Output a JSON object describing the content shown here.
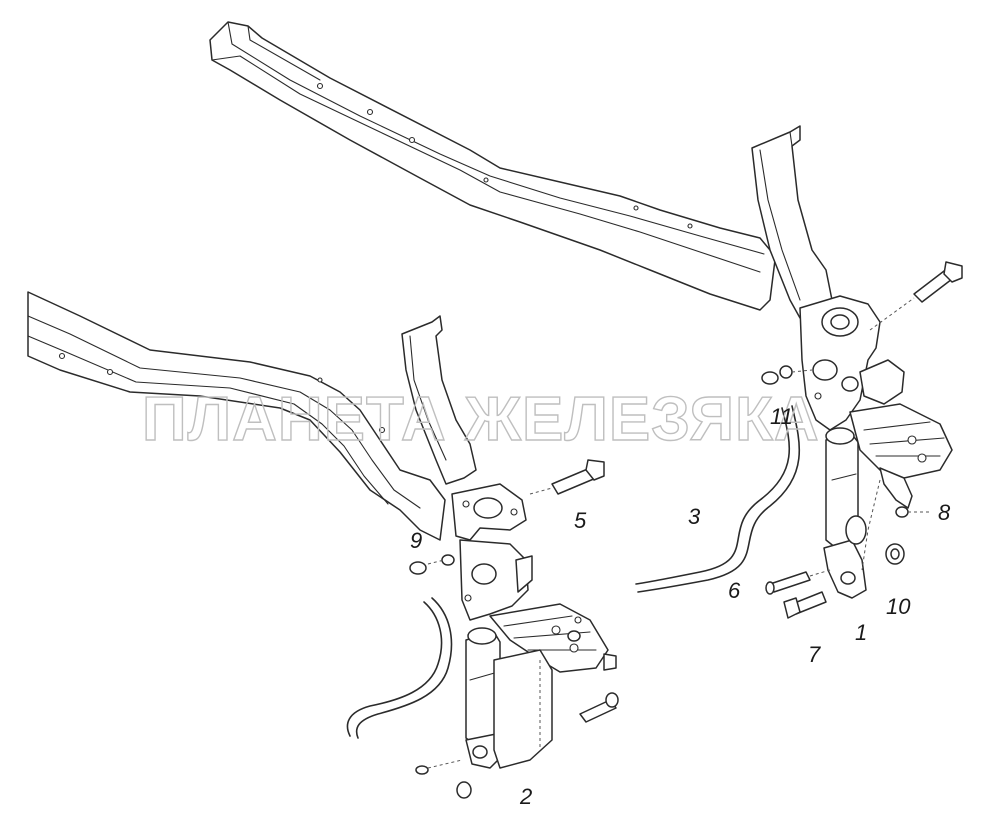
{
  "watermark": "ПЛАНЕТА ЖЕЛЕЗЯКА",
  "labels": {
    "p1": "1",
    "p2": "2",
    "p3": "3",
    "p5": "5",
    "p6": "6",
    "p7": "7",
    "p8": "8",
    "p9": "9",
    "p10": "10",
    "p11": "11"
  }
}
